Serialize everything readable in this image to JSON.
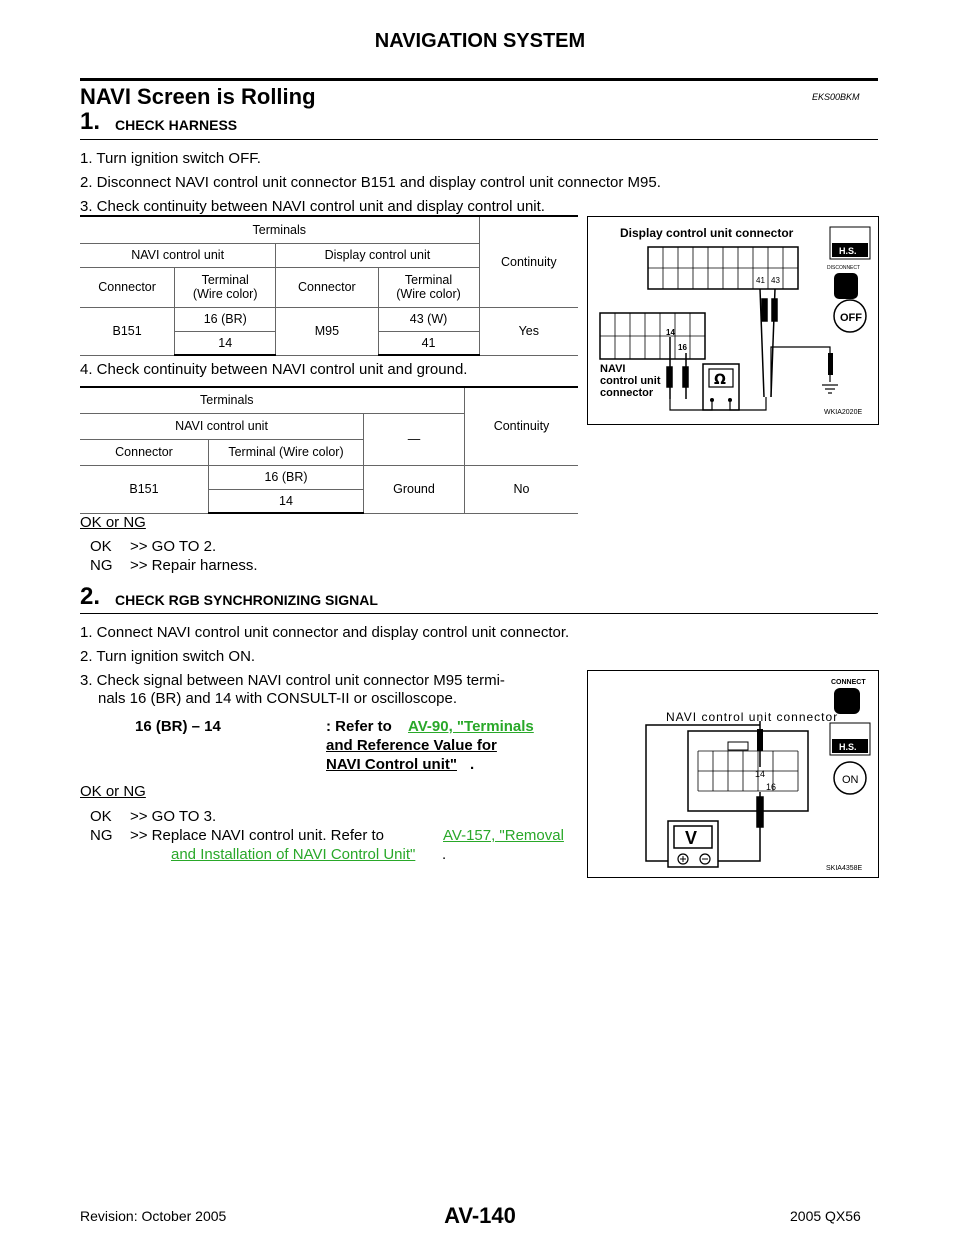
{
  "header": {
    "title": "NAVIGATION SYSTEM"
  },
  "section": {
    "title": "NAVI Screen is Rolling",
    "code": "EKS00BKM"
  },
  "step1": {
    "num": "1.",
    "title": "CHECK HARNESS",
    "items": [
      "1. Turn ignition switch OFF.",
      "2. Disconnect NAVI control unit connector B151 and display control unit connector M95.",
      "3. Check continuity between NAVI control unit and display control unit."
    ],
    "table1": {
      "terminals": "Terminals",
      "continuity": "Continuity",
      "navi_unit": "NAVI control unit",
      "display_unit": "Display control unit",
      "connector": "Connector",
      "terminal_wire": "Terminal\n(Wire color)",
      "rows": [
        {
          "conn1": "B151",
          "t1": "16 (BR)",
          "conn2": "M95",
          "t2": "43 (W)",
          "cont": "Yes"
        },
        {
          "t1": "14",
          "t2": "41"
        }
      ]
    },
    "item4": "4. Check continuity between NAVI control unit and ground.",
    "table2": {
      "terminals": "Terminals",
      "continuity": "Continuity",
      "navi_unit": "NAVI control unit",
      "dash": "—",
      "connector": "Connector",
      "terminal_wire": "Terminal (Wire color)",
      "conn": "B151",
      "t_a": "16 (BR)",
      "t_b": "14",
      "ground": "Ground",
      "cont": "No"
    },
    "ok_ng": "OK or NG",
    "results": [
      {
        "key": "OK",
        "text": ">> GO TO 2."
      },
      {
        "key": "NG",
        "text": ">> Repair harness."
      }
    ],
    "figure": {
      "title": "Display control unit connector",
      "navi_label": [
        "NAVI",
        "control unit",
        "connector"
      ],
      "pins_top": [
        "41",
        "43"
      ],
      "pins_navi": [
        "14",
        "16"
      ],
      "meter": "Ω",
      "disconnect": "DISCONNECT",
      "off": "OFF",
      "hs": "H.S.",
      "code": "WKIA2020E"
    }
  },
  "step2": {
    "num": "2.",
    "title": "CHECK RGB SYNCHRONIZING SIGNAL",
    "items": [
      "1. Connect NAVI control unit connector and display control unit connector.",
      "2. Turn ignition switch ON.",
      "3. Check signal between NAVI control unit connector M95 termi-"
    ],
    "item3_cont": "nals 16 (BR) and 14 with CONSULT-II or oscilloscope.",
    "ref_left": "16 (BR) – 14",
    "ref_colon": ": Refer to",
    "ref_link1": "AV-90, \"Terminals",
    "ref_link2": "and Reference Value for",
    "ref_link3": "NAVI Control unit\"",
    "ref_dot": ".",
    "ok_ng": "OK or NG",
    "ok": {
      "key": "OK",
      "text": ">> GO TO 3."
    },
    "ng": {
      "key": "NG",
      "text": ">> Replace NAVI control unit. Refer to",
      "link1": "AV-157, \"Removal",
      "link2": "and Installation of NAVI Control Unit\"",
      "dot": "."
    },
    "figure": {
      "title": "NAVI control unit connector",
      "connect": "CONNECT",
      "hs": "H.S.",
      "on": "ON",
      "pins": [
        "14",
        "16"
      ],
      "meter": "V",
      "code": "SKIA4358E"
    }
  },
  "footer": {
    "revision": "Revision: October 2005",
    "page": "AV-140",
    "model": "2005 QX56"
  }
}
